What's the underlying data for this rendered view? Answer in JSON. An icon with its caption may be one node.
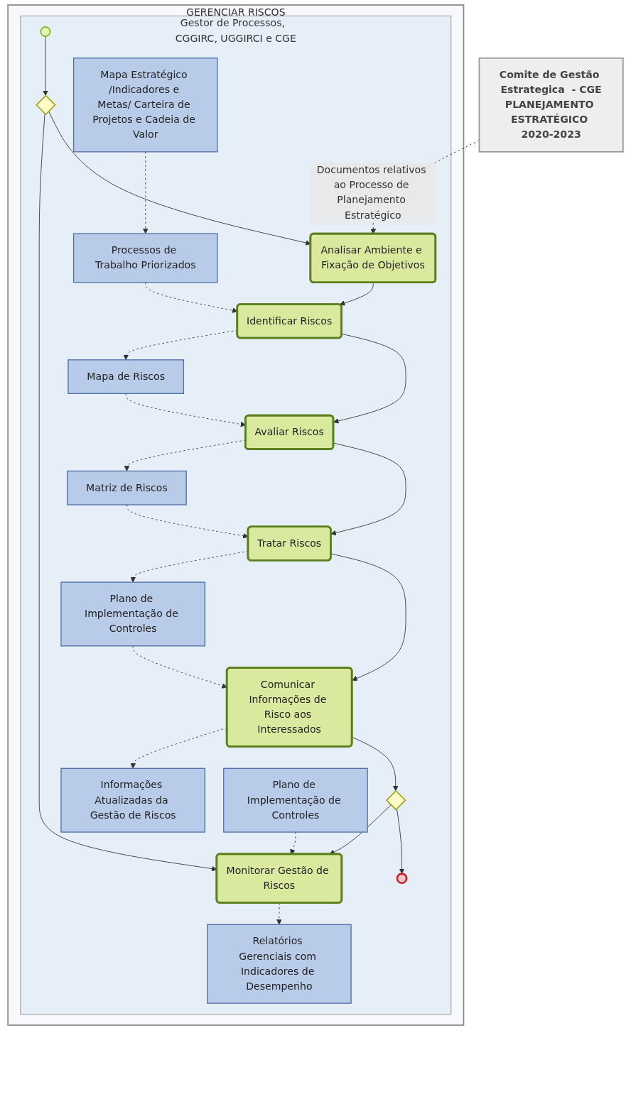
{
  "diagram": {
    "nodes": [
      {
        "text": [
          "GERENCIAR RISCOS"
        ]
      },
      {
        "text": [
          "Gestor de Processos,  CGGIRC, UGGIRCI e CGE"
        ],
        "in": 0
      },
      {
        "text": [
          "Comite de Gestão Estrategica  - CGE",
          "PLANEJAMENTO ESTRATÉGICO 2020-2023"
        ]
      },
      {
        "text": [],
        "shape": "circle",
        "in": 1
      },
      {
        "text": [],
        "shape": "diamond",
        "in": 1
      },
      {
        "text": [
          "Analisar Ambiente e Fixação de Objetivos"
        ],
        "in": 1
      },
      {
        "text": [
          "Identificar Riscos"
        ],
        "in": 1
      },
      {
        "text": [
          "Avaliar Riscos"
        ],
        "in": 1
      },
      {
        "text": [
          "Tratar Riscos"
        ],
        "in": 1
      },
      {
        "text": [
          "Comunicar Informações de Risco aos Interessados"
        ],
        "in": 1
      },
      {
        "text": [],
        "shape": "diamond",
        "in": 1
      },
      {
        "text": [],
        "shape": "circle",
        "in": 1
      },
      {
        "text": [
          "Monitorar Gestão de Riscos"
        ],
        "in": 1
      },
      {
        "text": [
          "Mapa Estratégico /Indicadores e Metas/ Carteira de Projetos e Cadeia de Valor"
        ],
        "in": 1
      },
      {
        "text": [
          "Processos de Trabalho Priorizados"
        ],
        "in": 1
      },
      {
        "text": [
          "Mapa de Riscos"
        ],
        "in": 1
      },
      {
        "text": [
          "Matriz de Riscos"
        ],
        "in": 1
      },
      {
        "text": [
          "Plano de Implementação de Controles"
        ],
        "in": 1
      },
      {
        "text": [
          "Informações Atualizadas da Gestão de Riscos"
        ],
        "in": 1
      },
      {
        "text": [
          "Plano de Implementação de Controles"
        ],
        "in": 1
      },
      {
        "text": [
          "Relatórios Gerenciais com Indicadores de Desempenho"
        ],
        "in": 1
      }
    ],
    "edges": [
      {
        "from": 3,
        "to": 4,
        "arrow": "to"
      },
      {
        "from": 4,
        "to": 5,
        "arrow": "to"
      },
      {
        "from": 5,
        "to": 6,
        "arrow": "to"
      },
      {
        "from": 6,
        "to": 7,
        "arrow": "to"
      },
      {
        "from": 7,
        "to": 8,
        "arrow": "to"
      },
      {
        "from": 8,
        "to": 9,
        "arrow": "to"
      },
      {
        "from": 9,
        "to": 10,
        "arrow": "to"
      },
      {
        "from": 10,
        "to": 11,
        "arrow": "to"
      },
      {
        "from": 4,
        "to": 12,
        "arrow": "to"
      },
      {
        "from": 10,
        "to": 12,
        "arrow": "to"
      },
      {
        "from": 2,
        "to": 5,
        "arrow": "to",
        "style": "dashed",
        "label": "Documentos relativos ao Processo de Planejamento Estratégico"
      },
      {
        "from": 13,
        "to": 14,
        "arrow": "to",
        "style": "dashed"
      },
      {
        "from": 14,
        "to": 6,
        "arrow": "to",
        "style": "dashed"
      },
      {
        "from": 6,
        "to": 15,
        "arrow": "to",
        "style": "dashed"
      },
      {
        "from": 15,
        "to": 7,
        "arrow": "to",
        "style": "dashed"
      },
      {
        "from": 7,
        "to": 16,
        "arrow": "to",
        "style": "dashed"
      },
      {
        "from": 16,
        "to": 8,
        "arrow": "to",
        "style": "dashed"
      },
      {
        "from": 8,
        "to": 17,
        "arrow": "to",
        "style": "dashed"
      },
      {
        "from": 17,
        "to": 9,
        "arrow": "to",
        "style": "dashed"
      },
      {
        "from": 9,
        "to": 18,
        "arrow": "to",
        "style": "dashed"
      },
      {
        "from": 19,
        "to": 12,
        "arrow": "to",
        "style": "dashed"
      },
      {
        "from": 12,
        "to": 20,
        "arrow": "to",
        "style": "dashed"
      }
    ]
  }
}
